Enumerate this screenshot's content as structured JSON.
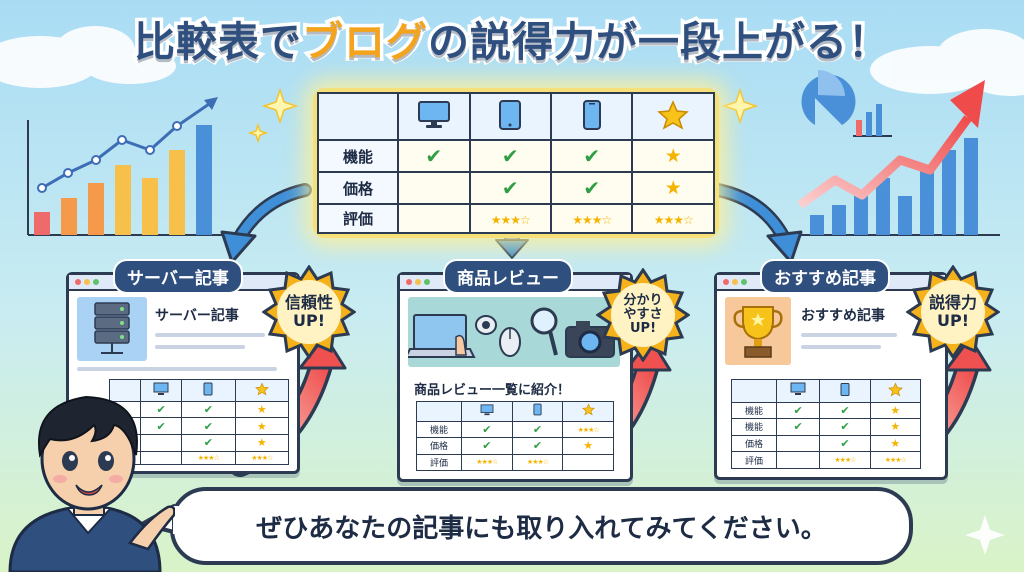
{
  "title": {
    "part1": "比較表で",
    "part2": "ブログ",
    "part3": "の説得力が一段上がる！"
  },
  "main_table": {
    "header_icons": [
      "monitor-icon",
      "tablet-icon",
      "smartphone-icon",
      "star-icon"
    ],
    "rows": [
      {
        "label": "機能",
        "cells": [
          "check",
          "check",
          "check",
          "star"
        ]
      },
      {
        "label": "価格",
        "cells": [
          "",
          "check",
          "check",
          "star"
        ]
      },
      {
        "label": "評価",
        "cells": [
          "",
          "stars",
          "stars",
          "stars"
        ]
      }
    ],
    "check_glyph": "✔",
    "star_glyph": "★",
    "stars_glyph": "★★★☆"
  },
  "cards": [
    {
      "tag": "サーバー記事",
      "heading": "サーバー記事",
      "badge": [
        "信頼性",
        "UP!"
      ],
      "image": "server-icon",
      "caption": ""
    },
    {
      "tag": "商品レビュー",
      "heading": "",
      "badge": [
        "分かり",
        "やすさ",
        "UP!"
      ],
      "image": "gadgets-illustration",
      "caption": "商品レビュー一覧に紹介！"
    },
    {
      "tag": "おすすめ記事",
      "heading": "おすすめ記事",
      "badge": [
        "説得力",
        "UP!"
      ],
      "image": "trophy-icon",
      "caption": ""
    }
  ],
  "mini_labels": [
    "機能",
    "価格",
    "評価"
  ],
  "mini_labels_right": [
    "機能",
    "価格",
    "評価"
  ],
  "bubble": {
    "text": "ぜひあなたの記事にも取り入れてみてください。"
  },
  "colors": {
    "navy": "#2f4f7f",
    "accent": "#f3a41c",
    "check": "#2f9e44",
    "star": "#f4b400",
    "arrow_red": "#ef5a5a",
    "badge_gold": "#f6b21a"
  }
}
